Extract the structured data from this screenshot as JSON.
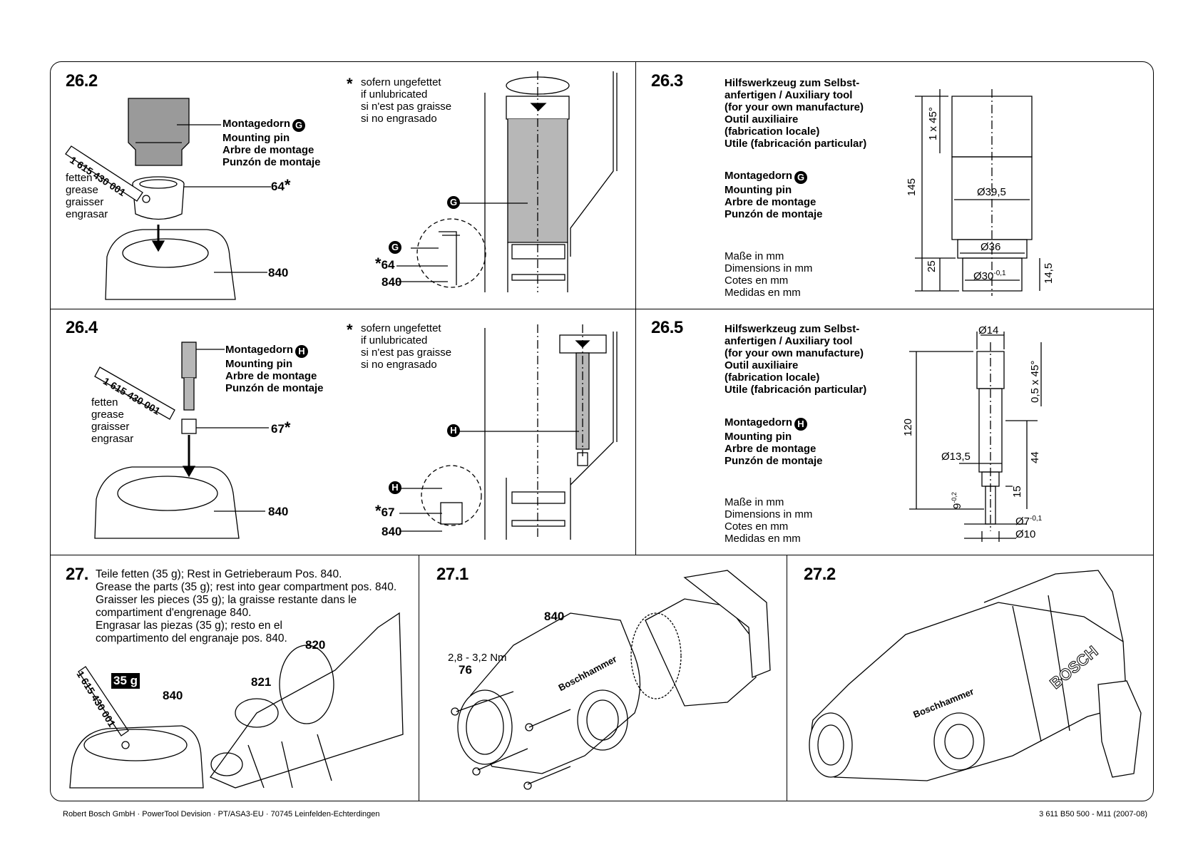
{
  "panels": {
    "p262": {
      "num": "26.2"
    },
    "p263": {
      "num": "26.3"
    },
    "p264": {
      "num": "26.4"
    },
    "p265": {
      "num": "26.5"
    },
    "p27": {
      "num": "27."
    },
    "p271": {
      "num": "27.1"
    },
    "p272": {
      "num": "27.2"
    }
  },
  "common": {
    "asterisk": "*",
    "note": [
      "sofern ungefettet",
      "if unlubricated",
      "si n'est pas graisse",
      "si no engrasado"
    ],
    "grease": [
      "fetten",
      "grease",
      "graisser",
      "engrasar"
    ],
    "tube_code": "1 615 430 001",
    "mounting": [
      "Montagedorn",
      "Mounting pin",
      "Arbre de montage",
      "Punzón de montaje"
    ],
    "aux_tool": [
      "Hilfswerkzeug zum Selbst-",
      "anfertigen  / Auxiliary tool",
      "(for your own manufacture)",
      "Outil auxiliaire",
      "(fabrication locale)",
      "Utile (fabricación particular)"
    ],
    "units": [
      "Maße in mm",
      "Dimensions in mm",
      "Cotes en mm",
      "Medidas en mm"
    ]
  },
  "markers": {
    "G": "G",
    "H": "H"
  },
  "parts": {
    "p64": "64",
    "p67": "67",
    "p840": "840",
    "p820": "820",
    "p821": "821",
    "p76": "76"
  },
  "dims263": {
    "d1x45": "1 x 45°",
    "d145": "145",
    "d395": "Ø39,5",
    "d36": "Ø36",
    "d25": "25",
    "d30": "Ø30",
    "d30tol": "-0,1",
    "d145b": "14,5"
  },
  "dims265": {
    "d14": "Ø14",
    "d05x45": "0,5 x 45°",
    "d120": "120",
    "d135": "Ø13,5",
    "d44": "44",
    "d15": "15",
    "d9": "9",
    "d9tol": "-0,2",
    "d7": "Ø7",
    "d7tol": "-0,1",
    "d10": "Ø10"
  },
  "p27_text": [
    "Teile fetten (35 g); Rest in Getrieberaum Pos. 840.",
    "Grease the parts (35 g); rest into gear compartment pos. 840.",
    "Graisser les pieces (35 g); la graisse restante dans le",
    "compartiment d'engrenage 840.",
    "Engrasar las piezas (35 g); resto en el",
    "compartimento del engranaje pos. 840."
  ],
  "badge35": "35 g",
  "torque": "2,8 - 3,2 Nm",
  "brand_housing": "Boschhammer",
  "brand": "BOSCH",
  "footer": {
    "left": "Robert Bosch GmbH · PowerTool Devision · PT/ASA3-EU · 70745 Leinfelden-Echterdingen",
    "right": "3 611 B50 500 - M11 (2007-08)"
  }
}
